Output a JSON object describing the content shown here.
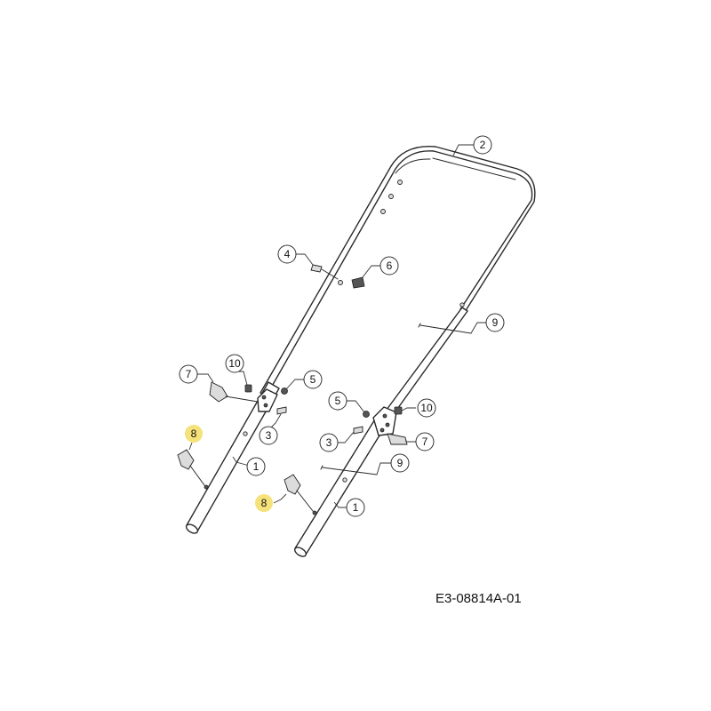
{
  "drawing_code": "E3-08814A-01",
  "highlight_color": "#f5e27a",
  "callouts": [
    {
      "id": "c2",
      "label": "2"
    },
    {
      "id": "c4",
      "label": "4"
    },
    {
      "id": "c6",
      "label": "6"
    },
    {
      "id": "c9a",
      "label": "9"
    },
    {
      "id": "c7a",
      "label": "7"
    },
    {
      "id": "c10a",
      "label": "10"
    },
    {
      "id": "c5a",
      "label": "5"
    },
    {
      "id": "c5b",
      "label": "5"
    },
    {
      "id": "c10b",
      "label": "10"
    },
    {
      "id": "c3a",
      "label": "3"
    },
    {
      "id": "c3b",
      "label": "3"
    },
    {
      "id": "c7b",
      "label": "7"
    },
    {
      "id": "c8a",
      "label": "8"
    },
    {
      "id": "c1a",
      "label": "1"
    },
    {
      "id": "c9b",
      "label": "9"
    },
    {
      "id": "c8b",
      "label": "8"
    },
    {
      "id": "c1b",
      "label": "1"
    }
  ]
}
